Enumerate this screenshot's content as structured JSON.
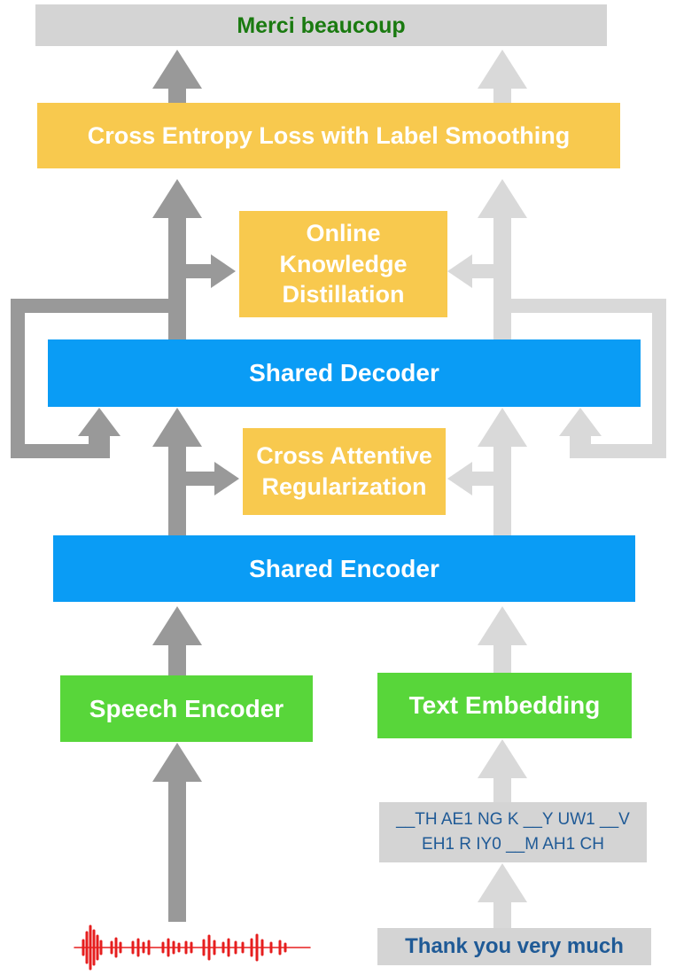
{
  "output_text": "Merci beaucoup",
  "loss_label": "Cross Entropy Loss with Label Smoothing",
  "kd_label": "Online Knowledge Distillation",
  "decoder_label": "Shared Decoder",
  "car_label": "Cross Attentive Regularization",
  "encoder_label": "Shared Encoder",
  "speech_encoder_label": "Speech Encoder",
  "text_embedding_label": "Text Embedding",
  "phonemes_text": "__TH AE1 NG K __Y UW1 __V EH1 R IY0 __M AH1 CH",
  "input_text": "Thank you very much",
  "colors": {
    "output_text": "#1a7a10",
    "input_text": "#1f5a96",
    "phonemes_text": "#1f5a96",
    "loss": "#f8c94e",
    "shared": "#0a9cf5",
    "encoders": "#58d63a",
    "speech_path": "#999999",
    "text_path": "#d9d9d9",
    "waveform": "#e61e1e"
  },
  "icons": {
    "audio_input": "waveform-icon"
  }
}
